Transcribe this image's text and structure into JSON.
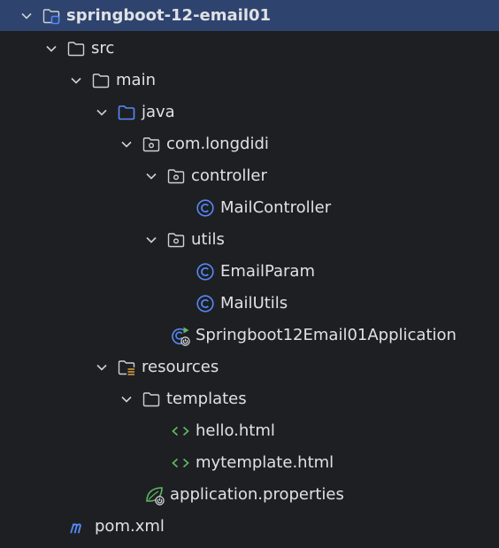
{
  "tree": {
    "items": [
      {
        "label": "springboot-12-email01",
        "icon": "module-folder-icon",
        "expanded": true,
        "selected": true
      },
      {
        "label": "src",
        "icon": "folder-icon",
        "expanded": true
      },
      {
        "label": "main",
        "icon": "folder-icon",
        "expanded": true
      },
      {
        "label": "java",
        "icon": "source-root-folder-icon",
        "expanded": true
      },
      {
        "label": "com.longdidi",
        "icon": "package-icon",
        "expanded": true
      },
      {
        "label": "controller",
        "icon": "package-icon",
        "expanded": true
      },
      {
        "label": "MailController",
        "icon": "class-icon"
      },
      {
        "label": "utils",
        "icon": "package-icon",
        "expanded": true
      },
      {
        "label": "EmailParam",
        "icon": "class-icon"
      },
      {
        "label": "MailUtils",
        "icon": "class-icon"
      },
      {
        "label": "Springboot12Email01Application",
        "icon": "spring-boot-app-icon"
      },
      {
        "label": "resources",
        "icon": "resources-folder-icon",
        "expanded": true
      },
      {
        "label": "templates",
        "icon": "folder-icon",
        "expanded": true
      },
      {
        "label": "hello.html",
        "icon": "html-file-icon"
      },
      {
        "label": "mytemplate.html",
        "icon": "html-file-icon"
      },
      {
        "label": "application.properties",
        "icon": "spring-properties-icon"
      },
      {
        "label": "pom.xml",
        "icon": "maven-file-icon"
      }
    ]
  },
  "colors": {
    "background": "#1e1f22",
    "selection": "#2e436e",
    "text": "#dfe1e5",
    "folder_stroke": "#ced0d6",
    "source_folder": "#548af7",
    "class_icon": "#548af7",
    "html_icon": "#5fb865",
    "spring_icon": "#5fb865",
    "maven_icon": "#548af7"
  }
}
